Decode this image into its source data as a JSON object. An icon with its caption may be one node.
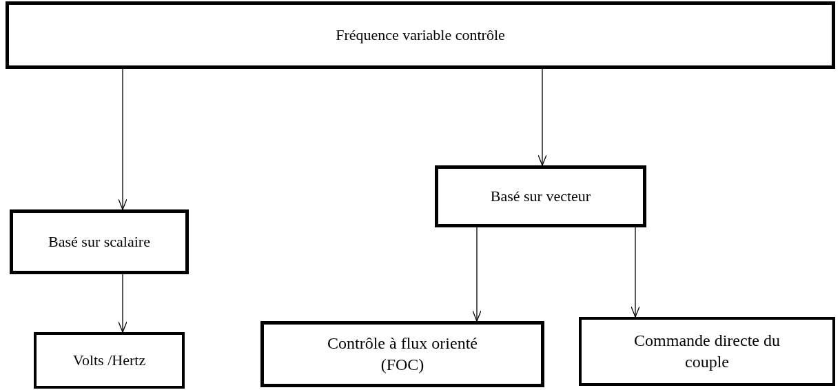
{
  "diagram": {
    "nodes": [
      {
        "text": [
          "Fréquence variable contrôle"
        ]
      },
      {
        "text": [
          "Basé sur scalaire"
        ]
      },
      {
        "text": [
          "Basé sur vecteur"
        ]
      },
      {
        "text": [
          "Volts /Hertz"
        ]
      },
      {
        "text": [
          "Contrôle à flux orienté (FOC)"
        ]
      },
      {
        "text": [
          "Commande directe du couple"
        ]
      }
    ],
    "edges": [
      {
        "from": 0,
        "to": 1,
        "arrow": "to"
      },
      {
        "from": 0,
        "to": 2,
        "arrow": "to"
      },
      {
        "from": 1,
        "to": 3,
        "arrow": "to"
      },
      {
        "from": 2,
        "to": 4,
        "arrow": "to"
      },
      {
        "from": 2,
        "to": 5,
        "arrow": "to"
      }
    ]
  }
}
